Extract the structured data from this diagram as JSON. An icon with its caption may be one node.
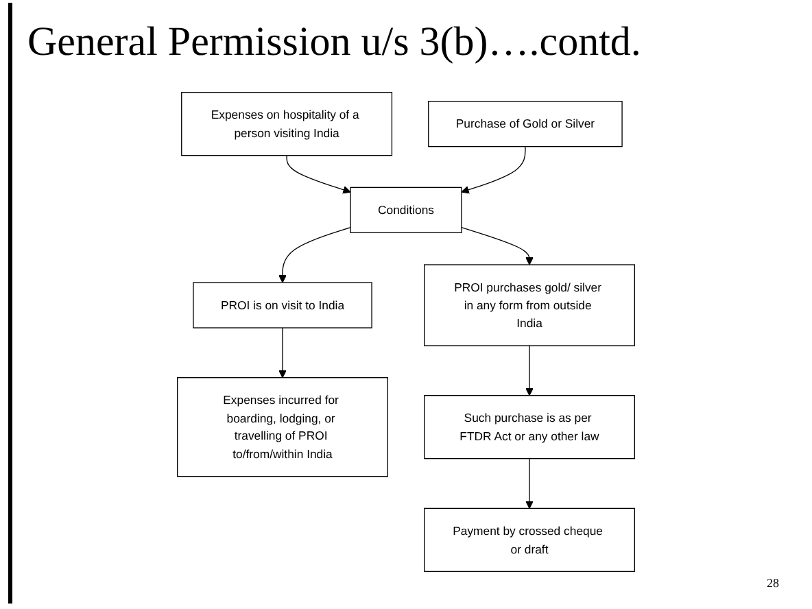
{
  "diagram": {
    "title": "General Permission u/s 3(b)….contd.",
    "nodes": [
      {
        "text": [
          "Expenses on hospitality of a person visiting India"
        ]
      },
      {
        "text": [
          "Purchase of Gold or Silver"
        ]
      },
      {
        "text": [
          "Conditions"
        ]
      },
      {
        "text": [
          "PROI is on visit to India"
        ]
      },
      {
        "text": [
          "PROI purchases gold/ silver in any form from outside India"
        ]
      },
      {
        "text": [
          "Expenses incurred for boarding, lodging, or travelling of PROI to/from/within India"
        ]
      },
      {
        "text": [
          "Such purchase is as per FTDR Act or any other law"
        ]
      },
      {
        "text": [
          "Payment by crossed cheque or draft"
        ]
      }
    ],
    "edges": [
      {
        "from": 0,
        "to": 2,
        "arrow": "to"
      },
      {
        "from": 1,
        "to": 2,
        "arrow": "to"
      },
      {
        "from": 2,
        "to": 3,
        "arrow": "to"
      },
      {
        "from": 2,
        "to": 4,
        "arrow": "to"
      },
      {
        "from": 3,
        "to": 5,
        "arrow": "to"
      },
      {
        "from": 4,
        "to": 6,
        "arrow": "to"
      },
      {
        "from": 6,
        "to": 7,
        "arrow": "to"
      }
    ],
    "labels": [
      "28"
    ]
  }
}
